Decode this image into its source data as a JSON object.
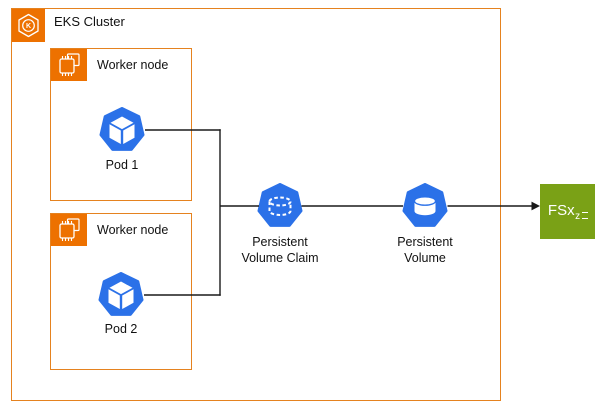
{
  "colors": {
    "aws_orange": "#ED7100",
    "border_orange": "#E5821F",
    "k8s_blue": "#2B71E8",
    "fsx_green": "#7AA116",
    "line_black": "#1A1A1A"
  },
  "diagram": {
    "cluster_label": "EKS Cluster",
    "eks_icon_letter": "K",
    "worker_nodes": [
      {
        "label": "Worker node",
        "pod_label": "Pod 1"
      },
      {
        "label": "Worker node",
        "pod_label": "Pod 2"
      }
    ],
    "pvc_label_line1": "Persistent",
    "pvc_label_line2": "Volume Claim",
    "pv_label_line1": "Persistent",
    "pv_label_line2": "Volume",
    "fsx_text": "FSx",
    "fsx_sub": "z"
  }
}
